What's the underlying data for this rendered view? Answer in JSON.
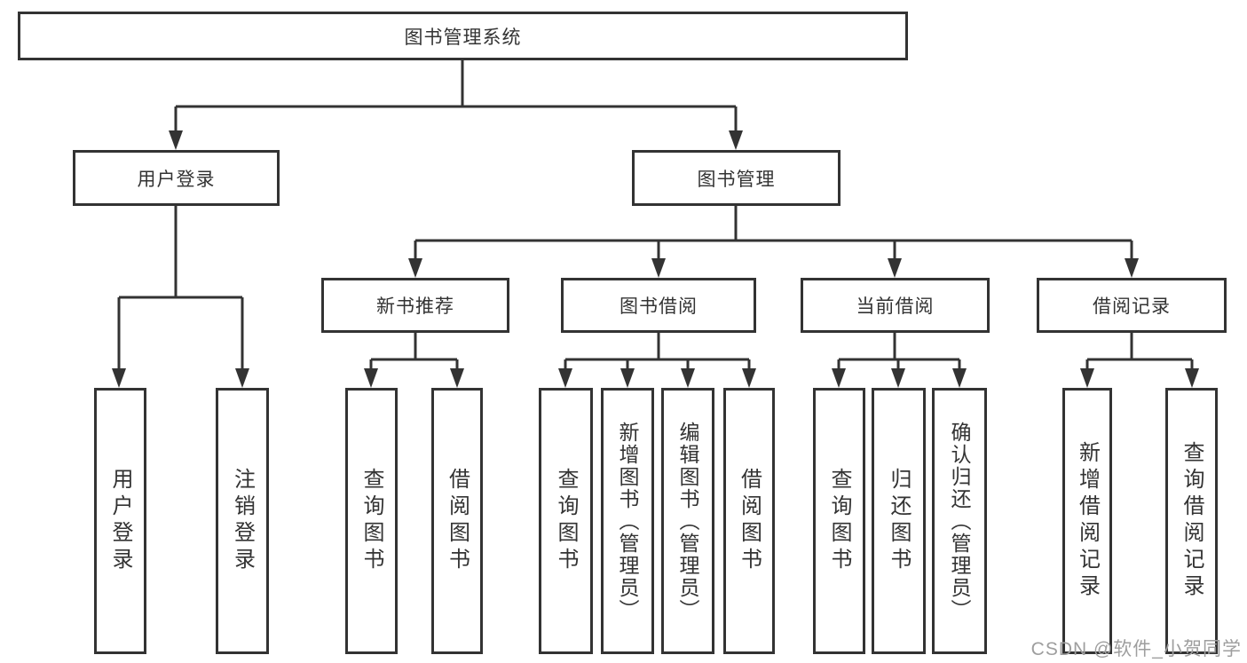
{
  "colors": {
    "line": "#333333",
    "text": "#333333",
    "background": "#ffffff",
    "watermark": "#9e9e9e"
  },
  "watermark": "CSDN @软件_小贺同学",
  "tree": {
    "label": "图书管理系统",
    "children": [
      {
        "label": "用户登录",
        "children": [
          {
            "label": "用户登录"
          },
          {
            "label": "注销登录"
          }
        ]
      },
      {
        "label": "图书管理",
        "children": [
          {
            "label": "新书推荐",
            "children": [
              {
                "label": "查询图书"
              },
              {
                "label": "借阅图书"
              }
            ]
          },
          {
            "label": "图书借阅",
            "children": [
              {
                "label": "查询图书"
              },
              {
                "label": "新增图书（管理员）"
              },
              {
                "label": "编辑图书（管理员）"
              },
              {
                "label": "借阅图书"
              }
            ]
          },
          {
            "label": "当前借阅",
            "children": [
              {
                "label": "查询图书"
              },
              {
                "label": "归还图书"
              },
              {
                "label": "确认归还（管理员）"
              }
            ]
          },
          {
            "label": "借阅记录",
            "children": [
              {
                "label": "新增借阅记录"
              },
              {
                "label": "查询借阅记录"
              }
            ]
          }
        ]
      }
    ]
  }
}
